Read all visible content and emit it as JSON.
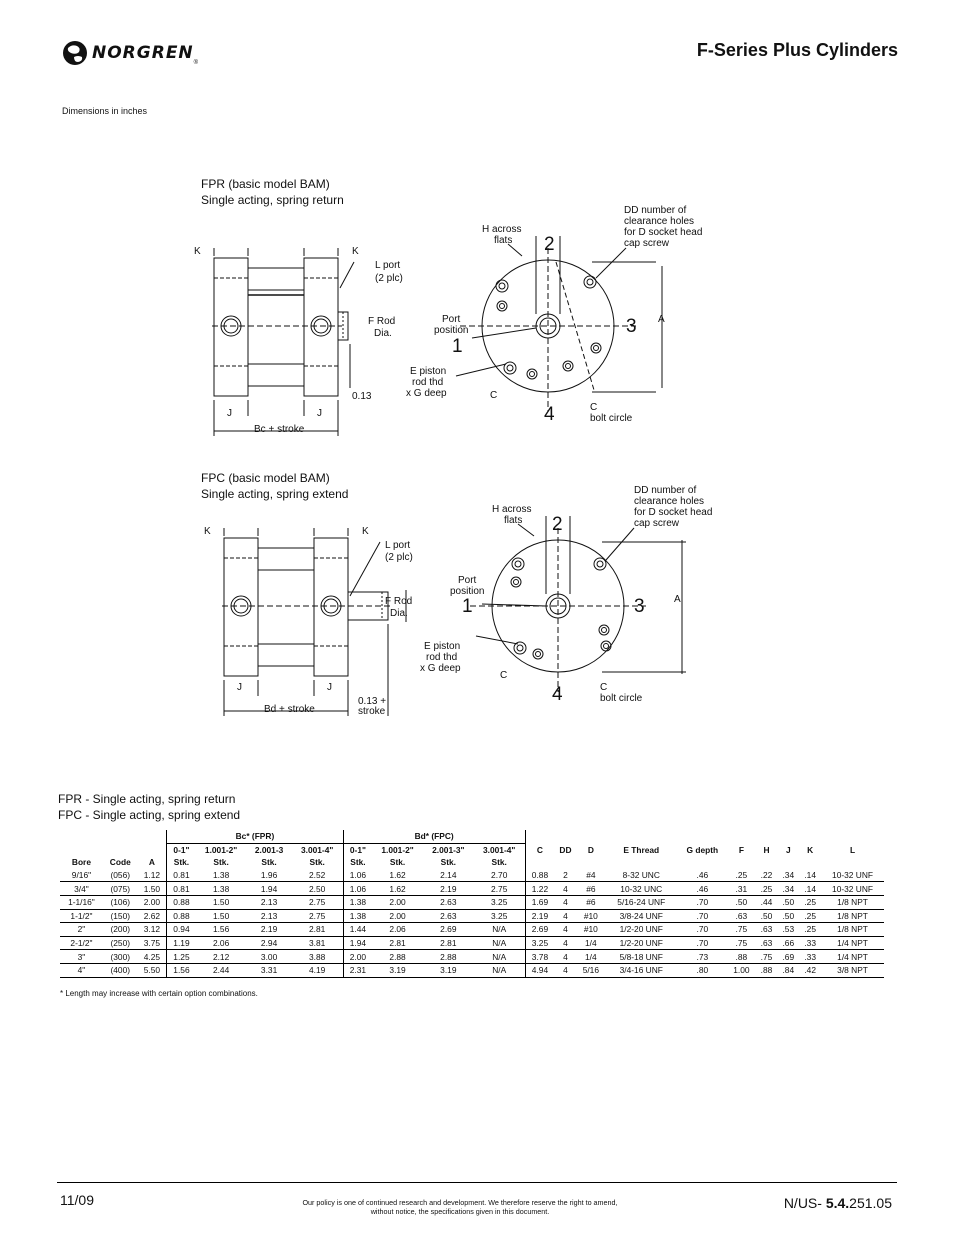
{
  "header": {
    "brand": "NORGREN",
    "registered_mark": "®",
    "title": "F-Series Plus Cylinders",
    "units_note": "Dimensions in inches"
  },
  "fpr": {
    "caption_line1": "FPR (basic model BAM)",
    "caption_line2": "Single acting, spring return",
    "k": "K",
    "j": "J",
    "l_port": "L port",
    "l_port_qty": "(2 plc)",
    "f_rod": "F Rod",
    "f_rod2": "Dia.",
    "offset": "0.13",
    "length": "Bc + stroke",
    "h_across": "H across",
    "h_across2": "flats",
    "dd_line1": "DD number of",
    "dd_line2": "clearance holes",
    "dd_line3": "for D socket head",
    "dd_line4": "cap screw",
    "port": "Port",
    "port2": "position",
    "e_line1": "E piston",
    "e_line2": "rod thd",
    "e_line3": "x G deep",
    "cl": "C",
    "c_line1": "C",
    "c_line2": "bolt circle",
    "a": "A",
    "pos1": "1",
    "pos2": "2",
    "pos3": "3",
    "pos4": "4"
  },
  "fpc": {
    "caption_line1": "FPC (basic model BAM)",
    "caption_line2": "Single acting, spring extend",
    "k": "K",
    "j": "J",
    "l_port": "L port",
    "l_port_qty": "(2 plc)",
    "f_rod": "F Rod",
    "f_rod2": "Dia.",
    "offset": "0.13 +",
    "offset2": "stroke",
    "length": "Bd + stroke",
    "h_across": "H across",
    "h_across2": "flats",
    "dd_line1": "DD number of",
    "dd_line2": "clearance holes",
    "dd_line3": "for D socket head",
    "dd_line4": "cap screw",
    "port": "Port",
    "port2": "position",
    "e_line1": "E piston",
    "e_line2": "rod thd",
    "e_line3": "x G deep",
    "cl": "C",
    "c_line1": "C",
    "c_line2": "bolt circle",
    "a": "A",
    "pos1": "1",
    "pos2": "2",
    "pos3": "3",
    "pos4": "4"
  },
  "table": {
    "legend_line1": "FPR - Single acting, spring return",
    "legend_line2": "FPC - Single acting, spring extend",
    "group_bc": "Bc* (FPR)",
    "group_bd": "Bd* (FPC)",
    "stroke_top": [
      "0-1\"",
      "1.001-2\"",
      "2.001-3",
      "3.001-4\"",
      "0-1\"",
      "1.001-2\"",
      "2.001-3\"",
      "3.001-4\""
    ],
    "headers": [
      "Bore",
      "Code",
      "A",
      "Stk.",
      "Stk.",
      "Stk.",
      "Stk.",
      "Stk.",
      "Stk.",
      "Stk.",
      "Stk.",
      "C",
      "DD",
      "D",
      "E Thread",
      "G depth",
      "F",
      "H",
      "J",
      "K",
      "L"
    ],
    "rows": [
      [
        "9/16\"",
        "(056)",
        "1.12",
        "0.81",
        "1.38",
        "1.96",
        "2.52",
        "1.06",
        "1.62",
        "2.14",
        "2.70",
        "0.88",
        "2",
        "#4",
        "8-32 UNC",
        ".46",
        ".25",
        ".22",
        ".34",
        ".14",
        "10-32 UNF"
      ],
      [
        "3/4\"",
        "(075)",
        "1.50",
        "0.81",
        "1.38",
        "1.94",
        "2.50",
        "1.06",
        "1.62",
        "2.19",
        "2.75",
        "1.22",
        "4",
        "#6",
        "10-32 UNC",
        ".46",
        ".31",
        ".25",
        ".34",
        ".14",
        "10-32 UNF"
      ],
      [
        "1-1/16\"",
        "(106)",
        "2.00",
        "0.88",
        "1.50",
        "2.13",
        "2.75",
        "1.38",
        "2.00",
        "2.63",
        "3.25",
        "1.69",
        "4",
        "#6",
        "5/16-24 UNF",
        ".70",
        ".50",
        ".44",
        ".50",
        ".25",
        "1/8 NPT"
      ],
      [
        "1-1/2\"",
        "(150)",
        "2.62",
        "0.88",
        "1.50",
        "2.13",
        "2.75",
        "1.38",
        "2.00",
        "2.63",
        "3.25",
        "2.19",
        "4",
        "#10",
        "3/8-24 UNF",
        ".70",
        ".63",
        ".50",
        ".50",
        ".25",
        "1/8 NPT"
      ],
      [
        "2\"",
        "(200)",
        "3.12",
        "0.94",
        "1.56",
        "2.19",
        "2.81",
        "1.44",
        "2.06",
        "2.69",
        "N/A",
        "2.69",
        "4",
        "#10",
        "1/2-20 UNF",
        ".70",
        ".75",
        ".63",
        ".53",
        ".25",
        "1/8 NPT"
      ],
      [
        "2-1/2\"",
        "(250)",
        "3.75",
        "1.19",
        "2.06",
        "2.94",
        "3.81",
        "1.94",
        "2.81",
        "2.81",
        "N/A",
        "3.25",
        "4",
        "1/4",
        "1/2-20 UNF",
        ".70",
        ".75",
        ".63",
        ".66",
        ".33",
        "1/4 NPT"
      ],
      [
        "3\"",
        "(300)",
        "4.25",
        "1.25",
        "2.12",
        "3.00",
        "3.88",
        "2.00",
        "2.88",
        "2.88",
        "N/A",
        "3.78",
        "4",
        "1/4",
        "5/8-18 UNF",
        ".73",
        ".88",
        ".75",
        ".69",
        ".33",
        "1/4 NPT"
      ],
      [
        "4\"",
        "(400)",
        "5.50",
        "1.56",
        "2.44",
        "3.31",
        "4.19",
        "2.31",
        "3.19",
        "3.19",
        "N/A",
        "4.94",
        "4",
        "5/16",
        "3/4-16 UNF",
        ".80",
        "1.00",
        ".88",
        ".84",
        ".42",
        "3/8 NPT"
      ]
    ],
    "footnote": "* Length may increase with certain option combinations."
  },
  "footer": {
    "date": "11/09",
    "policy_line1": "Our policy is one of continued research and development. We therefore reserve the right to amend,",
    "policy_line2": "without notice, the specifications given in this document.",
    "code_prefix": "N/US- ",
    "code_bold": "5.4.",
    "code_suffix": "251.05"
  }
}
